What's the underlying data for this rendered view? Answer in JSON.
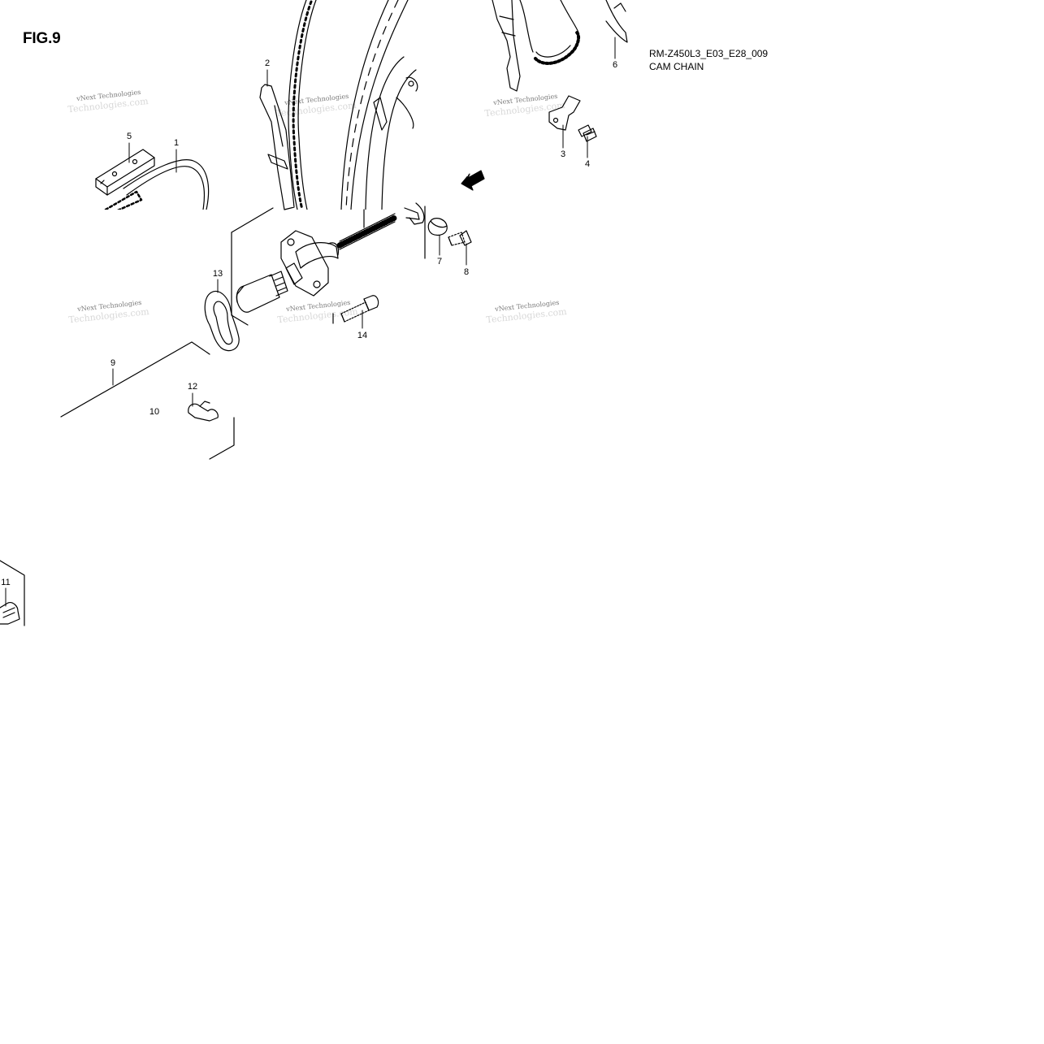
{
  "figure": {
    "title": "FIG.9",
    "model_code": "RM-Z450L3_E03_E28_009",
    "section_name": "CAM CHAIN"
  },
  "watermark": {
    "text": "vNext Technologies",
    "shadow_text": "Technologies.com"
  },
  "part_labels": [
    "1",
    "2",
    "3",
    "4",
    "5",
    "6",
    "7",
    "8",
    "9",
    "10",
    "11",
    "12",
    "13",
    "14"
  ],
  "fwd_arrow": "FWD",
  "colors": {
    "line": "#000000",
    "watermark": "#7a7a7a",
    "background": "#ffffff"
  }
}
